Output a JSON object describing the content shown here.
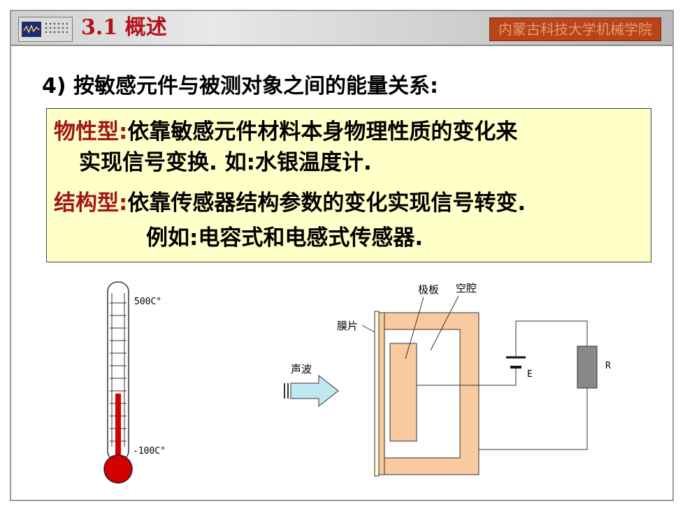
{
  "slide": {
    "title": "3.1 概述",
    "school": "内蒙古科技大学机械学院"
  },
  "content": {
    "heading": "4) 按敏感元件与被测对象之间的能量关系:",
    "items": [
      {
        "term": "物性型:",
        "desc_line1": "依靠敏感元件材料本身物理性质的变化来",
        "desc_line2": "实现信号变换. 如:水银温度计."
      },
      {
        "term": "结构型:",
        "desc_line1": "依靠传感器结构参数的变化实现信号转变.",
        "desc_line2": "例如:电容式和电感式传感器."
      }
    ]
  },
  "thermometer": {
    "top_label": "500C°",
    "bottom_label": "-100C°",
    "level": 0.38,
    "colors": {
      "mercury": "#d40000"
    }
  },
  "sensor_diagram": {
    "label_plate": "极板",
    "label_cavity": "空腔",
    "label_membrane": "膜片",
    "label_sound": "声波",
    "label_battery": "E",
    "label_resistor": "R",
    "colors": {
      "body": "#f9c9a0",
      "resistor": "#888888",
      "arrow": "#bfe8f0"
    }
  }
}
